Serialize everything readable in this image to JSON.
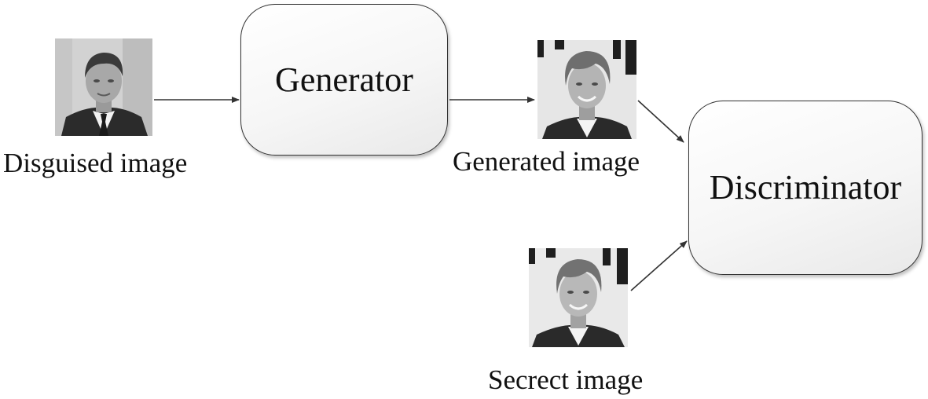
{
  "diagram": {
    "generator_label": "Generator",
    "discriminator_label": "Discriminator",
    "captions": {
      "disguised": "Disguised image",
      "generated": "Generated image",
      "secret": "Secrect image"
    },
    "edges": [
      {
        "from": "Disguised image",
        "to": "Generator"
      },
      {
        "from": "Generator",
        "to": "Generated image"
      },
      {
        "from": "Generated image",
        "to": "Discriminator"
      },
      {
        "from": "Secrect image",
        "to": "Discriminator"
      }
    ]
  }
}
